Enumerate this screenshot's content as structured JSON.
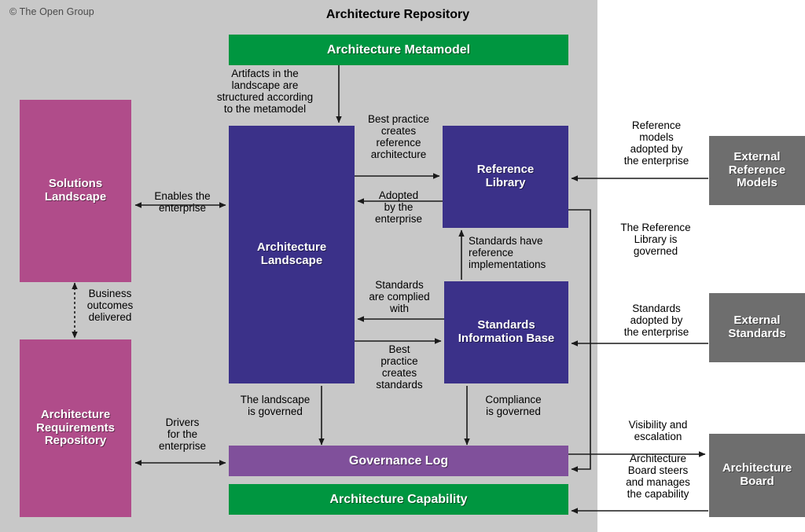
{
  "meta": {
    "copyright": "© The Open Group",
    "title": "Architecture Repository"
  },
  "colors": {
    "panel": "#c8c8c8",
    "green": "#009640",
    "blue": "#3b3189",
    "magenta": "#b04c8a",
    "purple": "#80509b",
    "gray": "#6e6e6e",
    "text_light": "#ffffff",
    "text_dark": "#000000"
  },
  "nodes": {
    "architecture_metamodel": "Architecture Metamodel",
    "architecture_landscape": "Architecture\nLandscape",
    "reference_library": "Reference\nLibrary",
    "standards_information_base": "Standards\nInformation Base",
    "governance_log": "Governance Log",
    "architecture_capability": "Architecture Capability",
    "solutions_landscape": "Solutions\nLandscape",
    "architecture_requirements_repository": "Architecture\nRequirements\nRepository",
    "external_reference_models": "External\nReference\nModels",
    "external_standards": "External\nStandards",
    "architecture_board": "Architecture\nBoard"
  },
  "edge_labels": {
    "artifacts_structured": "Artifacts in the\nlandscape are\nstructured according\nto the metamodel",
    "best_practice_reference": "Best practice\ncreates\nreference\narchitecture",
    "adopted_by_enterprise": "Adopted\nby the\nenterprise",
    "standards_have_reference_impl": "Standards have\nreference\nimplementations",
    "standards_complied_with": "Standards\nare complied\nwith",
    "best_practice_standards": "Best\npractice\ncreates\nstandards",
    "enables_the_enterprise": "Enables the\nenterprise",
    "business_outcomes_delivered": "Business\noutcomes\ndelivered",
    "drivers_for_the_enterprise": "Drivers\nfor the\nenterprise",
    "landscape_is_governed": "The landscape\nis governed",
    "compliance_is_governed": "Compliance\nis governed",
    "reference_models_adopted": "Reference\nmodels\nadopted by\nthe enterprise",
    "reference_library_is_governed": "The Reference\nLibrary is\ngoverned",
    "standards_adopted": "Standards\nadopted by\nthe enterprise",
    "visibility_and_escalation": "Visibility and\nescalation",
    "board_steers_capability": "Architecture\nBoard steers\nand manages\nthe capability"
  }
}
